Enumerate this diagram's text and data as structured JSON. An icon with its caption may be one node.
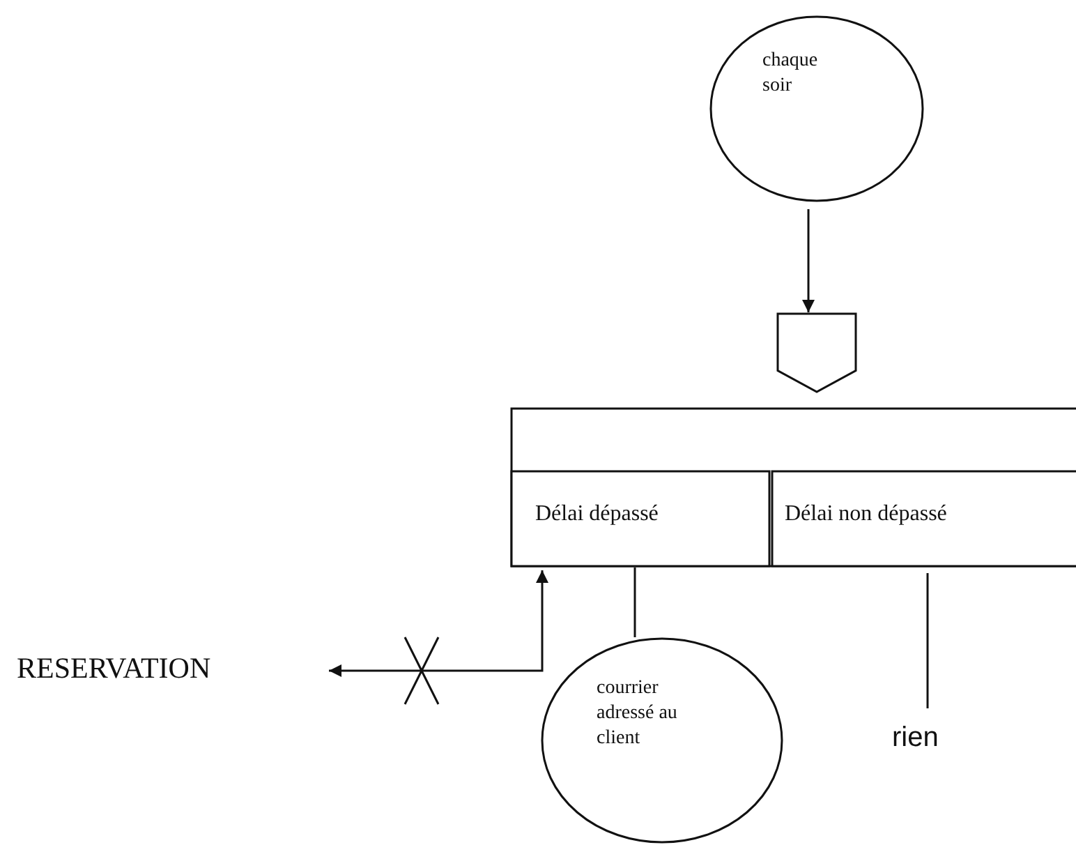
{
  "diagram": {
    "nodes": [
      {
        "text": [
          "chaque soir"
        ]
      },
      {
        "text": [],
        "shape": "pentagon"
      },
      {
        "text": [],
        "shape": "box"
      },
      {
        "text": [
          "Délai dépassé"
        ],
        "in": 2
      },
      {
        "text": [
          "Délai non dépassé"
        ],
        "in": 2
      },
      {
        "text": [
          "courrier adressé au client"
        ]
      },
      {
        "text": [
          "rien"
        ]
      },
      {
        "text": [
          "RESERVATION"
        ]
      }
    ],
    "edges": [
      {
        "from": 0,
        "to": 1,
        "arrow": "to"
      },
      {
        "from": 3,
        "to": 5,
        "arrow": "none"
      },
      {
        "from": 4,
        "to": 6,
        "arrow": "none"
      },
      {
        "from": 3,
        "to": 7,
        "arrow": "both"
      }
    ]
  }
}
